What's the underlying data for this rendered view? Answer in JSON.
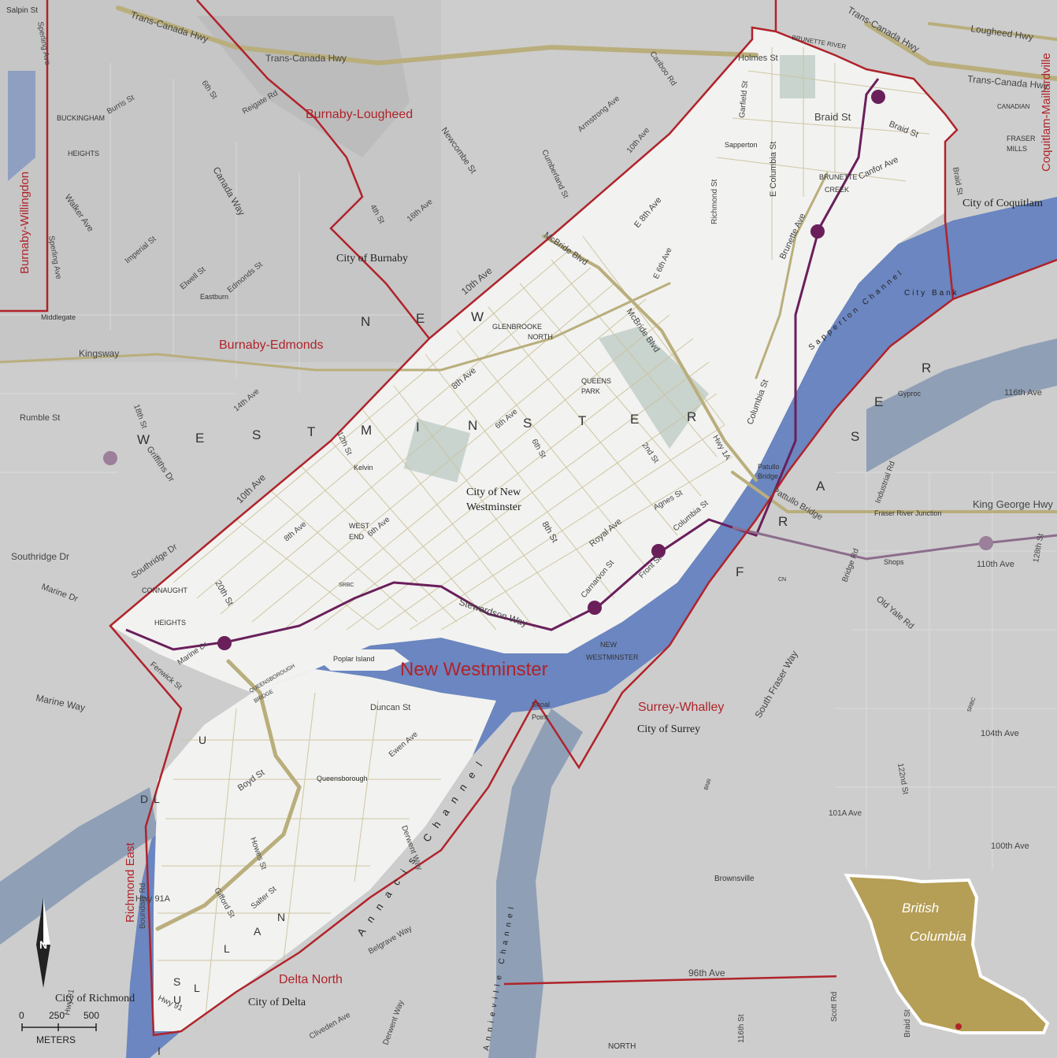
{
  "title": "New Westminster",
  "colors": {
    "background": "#cfcfcf",
    "district": "#f4f4f2",
    "water": "#6b86c0",
    "boundary": "#b0232a",
    "roads": "#b9ae7c",
    "transit": "#6a1f5b",
    "inset_land": "#b59e55"
  },
  "districts": [
    {
      "id": "burnaby-lougheed",
      "label": "Burnaby-Lougheed"
    },
    {
      "id": "burnaby-willingdon",
      "label": "Burnaby-Willingdon"
    },
    {
      "id": "burnaby-edmonds",
      "label": "Burnaby-Edmonds"
    },
    {
      "id": "coquitlam-maillardville",
      "label": "Coquitlam-Maillardville"
    },
    {
      "id": "surrey-whalley",
      "label": "Surrey-Whalley"
    },
    {
      "id": "richmond-east",
      "label": "Richmond East"
    },
    {
      "id": "delta-north",
      "label": "Delta North"
    }
  ],
  "municipalities": [
    {
      "id": "burnaby",
      "label": "City of Burnaby"
    },
    {
      "id": "coquitlam",
      "label": "City of Coquitlam"
    },
    {
      "id": "new-westminster-1",
      "label": "City of New"
    },
    {
      "id": "new-westminster-2",
      "label": "Westminster"
    },
    {
      "id": "surrey",
      "label": "City of Surrey"
    },
    {
      "id": "richmond",
      "label": "City of Richmond"
    },
    {
      "id": "delta",
      "label": "City of Delta"
    }
  ],
  "river_letters": {
    "new_westminster": [
      "N",
      "E",
      "W",
      "W",
      "E",
      "S",
      "T",
      "M",
      "I",
      "N",
      "S",
      "T",
      "E",
      "R"
    ],
    "fraser": [
      "F",
      "R",
      "A",
      "S",
      "E",
      "R"
    ],
    "lulu": [
      "L",
      "U",
      "L",
      "U"
    ],
    "island": [
      "I",
      "S",
      "L",
      "A",
      "N",
      "D"
    ]
  },
  "channel_labels": [
    "Sapperton Channel",
    "City Bank",
    "Annieville Channel",
    "Annacis Channel"
  ],
  "neighbourhoods": [
    {
      "id": "buckingham",
      "label": "BUCKINGHAM"
    },
    {
      "id": "heights",
      "label": "HEIGHTS"
    },
    {
      "id": "eastburn",
      "label": "Eastburn"
    },
    {
      "id": "middlegate",
      "label": "Middlegate"
    },
    {
      "id": "glenbrooke-1",
      "label": "GLENBROOKE"
    },
    {
      "id": "glenbrooke-2",
      "label": "NORTH"
    },
    {
      "id": "queens-1",
      "label": "QUEENS"
    },
    {
      "id": "queens-2",
      "label": "PARK"
    },
    {
      "id": "kelvin",
      "label": "Kelvin"
    },
    {
      "id": "westend-1",
      "label": "WEST"
    },
    {
      "id": "westend-2",
      "label": "END"
    },
    {
      "id": "connaught-1",
      "label": "CONNAUGHT"
    },
    {
      "id": "connaught-2",
      "label": "HEIGHTS"
    },
    {
      "id": "sapperton",
      "label": "Sapperton"
    },
    {
      "id": "brunette-1",
      "label": "BRUNETTE"
    },
    {
      "id": "brunette-2",
      "label": "CREEK"
    },
    {
      "id": "newwest-1",
      "label": "NEW"
    },
    {
      "id": "newwest-2",
      "label": "WESTMINSTER"
    },
    {
      "id": "queensborough",
      "label": "Queensborough"
    },
    {
      "id": "poplar",
      "label": "Poplar Island"
    },
    {
      "id": "shoal-1",
      "label": "Shoal"
    },
    {
      "id": "shoal-2",
      "label": "Point"
    },
    {
      "id": "patullo-1",
      "label": "Patullo"
    },
    {
      "id": "patullo-2",
      "label": "Bridge"
    },
    {
      "id": "gyproc",
      "label": "Gyproc"
    },
    {
      "id": "shops",
      "label": "Shops"
    },
    {
      "id": "fraser-river-junction",
      "label": "Fraser River Junction"
    },
    {
      "id": "brownsville",
      "label": "Brownsville"
    },
    {
      "id": "canadian",
      "label": "CANADIAN"
    },
    {
      "id": "fraser-mills-1",
      "label": "FRASER"
    },
    {
      "id": "fraser-mills-2",
      "label": "MILLS"
    },
    {
      "id": "brunette-river",
      "label": "BRUNETTE RIVER"
    },
    {
      "id": "srbc-1",
      "label": "SRBC"
    },
    {
      "id": "srbc-2",
      "label": "SRBC"
    },
    {
      "id": "cn",
      "label": "CN"
    },
    {
      "id": "bnr",
      "label": "BNR"
    },
    {
      "id": "north",
      "label": "NORTH"
    },
    {
      "id": "queensborough-bridge-1",
      "label": "QUEENSBOROUGH"
    },
    {
      "id": "queensborough-bridge-2",
      "label": "BRIDGE"
    },
    {
      "id": "salpin",
      "label": "Salpin St"
    }
  ],
  "streets": [
    {
      "id": "trans-canada-1",
      "label": "Trans-Canada Hwy"
    },
    {
      "id": "trans-canada-2",
      "label": "Trans-Canada Hwy"
    },
    {
      "id": "trans-canada-3",
      "label": "Trans-Canada Hwy"
    },
    {
      "id": "trans-canada-4",
      "label": "Trans-Canada Hwy"
    },
    {
      "id": "lougheed",
      "label": "Lougheed Hwy"
    },
    {
      "id": "sperling-1",
      "label": "Sperling Ave"
    },
    {
      "id": "sperling-2",
      "label": "Sperling Ave"
    },
    {
      "id": "burris",
      "label": "Burris St"
    },
    {
      "id": "6th-st-n",
      "label": "6th St"
    },
    {
      "id": "reigate",
      "label": "Reigate Rd"
    },
    {
      "id": "cariboo",
      "label": "Cariboo Rd"
    },
    {
      "id": "armstrong",
      "label": "Armstrong Ave"
    },
    {
      "id": "10th-ave-n",
      "label": "10th Ave"
    },
    {
      "id": "holmes",
      "label": "Holmes St"
    },
    {
      "id": "garfield",
      "label": "Garfield St"
    },
    {
      "id": "braid",
      "label": "Braid St"
    },
    {
      "id": "braid-2",
      "label": "Braid St"
    },
    {
      "id": "braid-3",
      "label": "Braid St"
    },
    {
      "id": "e-columbia",
      "label": "E Columbia St"
    },
    {
      "id": "newcombe",
      "label": "Newcombe St"
    },
    {
      "id": "cumberland",
      "label": "Cumberland St"
    },
    {
      "id": "canada-way",
      "label": "Canada Way"
    },
    {
      "id": "walker",
      "label": "Walker Ave"
    },
    {
      "id": "4th-st",
      "label": "4th St"
    },
    {
      "id": "16th-ave",
      "label": "16th Ave"
    },
    {
      "id": "e-8th",
      "label": "E 8th Ave"
    },
    {
      "id": "richmond-st",
      "label": "Richmond St"
    },
    {
      "id": "canfor",
      "label": "Canfor Ave"
    },
    {
      "id": "imperial",
      "label": "Imperial St"
    },
    {
      "id": "elwell",
      "label": "Elwell St"
    },
    {
      "id": "edmonds",
      "label": "Edmonds St"
    },
    {
      "id": "mcbride-1",
      "label": "McBride Blvd"
    },
    {
      "id": "mcbride-2",
      "label": "McBride Blvd"
    },
    {
      "id": "e-6th",
      "label": "E 6th Ave"
    },
    {
      "id": "brunette-ave",
      "label": "Brunette Ave"
    },
    {
      "id": "10th-ave-mid",
      "label": "10th Ave"
    },
    {
      "id": "kingsway",
      "label": "Kingsway"
    },
    {
      "id": "8th-ave-mid",
      "label": "8th Ave"
    },
    {
      "id": "columbia-st",
      "label": "Columbia St"
    },
    {
      "id": "116th",
      "label": "116th Ave"
    },
    {
      "id": "rumble",
      "label": "Rumble St"
    },
    {
      "id": "14th-ave",
      "label": "14th Ave"
    },
    {
      "id": "18th-st",
      "label": "18th St"
    },
    {
      "id": "12th-st",
      "label": "12th St"
    },
    {
      "id": "6th-ave-mid",
      "label": "6th Ave"
    },
    {
      "id": "6th-st-mid",
      "label": "6th St"
    },
    {
      "id": "2nd-st",
      "label": "2nd St"
    },
    {
      "id": "hwy-1a",
      "label": "Hwy 1A"
    },
    {
      "id": "griffiths",
      "label": "Griffiths Dr"
    },
    {
      "id": "industrial",
      "label": "Industrial Rd"
    },
    {
      "id": "10th-ave-w",
      "label": "10th Ave"
    },
    {
      "id": "agnes",
      "label": "Agnes St"
    },
    {
      "id": "columbia-st-2",
      "label": "Columbia St"
    },
    {
      "id": "pattullo-bridge",
      "label": "Pattullo Bridge"
    },
    {
      "id": "king-george",
      "label": "King George Hwy"
    },
    {
      "id": "8th-ave-w",
      "label": "8th Ave"
    },
    {
      "id": "6th-ave-w",
      "label": "6th Ave"
    },
    {
      "id": "8th-st",
      "label": "8th St"
    },
    {
      "id": "royal",
      "label": "Royal Ave"
    },
    {
      "id": "southridge-1",
      "label": "Southridge Dr"
    },
    {
      "id": "southridge-2",
      "label": "Southridge Dr"
    },
    {
      "id": "marine-dr-1",
      "label": "Marine Dr"
    },
    {
      "id": "20th-st",
      "label": "20th St"
    },
    {
      "id": "carnarvon",
      "label": "Carnarvon St"
    },
    {
      "id": "front",
      "label": "Front St"
    },
    {
      "id": "bridge-rd",
      "label": "Bridge Rd"
    },
    {
      "id": "110th",
      "label": "110th Ave"
    },
    {
      "id": "128th",
      "label": "128th St"
    },
    {
      "id": "stewardson",
      "label": "Stewardson Way"
    },
    {
      "id": "old-yale",
      "label": "Old Yale Rd"
    },
    {
      "id": "marine-dr-2",
      "label": "Marine Dr"
    },
    {
      "id": "fenwick",
      "label": "Fenwick St"
    },
    {
      "id": "marine-way",
      "label": "Marine Way"
    },
    {
      "id": "south-fraser",
      "label": "South Fraser Way"
    },
    {
      "id": "duncan",
      "label": "Duncan St"
    },
    {
      "id": "ewen",
      "label": "Ewen Ave"
    },
    {
      "id": "104th",
      "label": "104th Ave"
    },
    {
      "id": "boyd",
      "label": "Boyd St"
    },
    {
      "id": "122nd",
      "label": "122nd St"
    },
    {
      "id": "101a",
      "label": "101A Ave"
    },
    {
      "id": "howes",
      "label": "Howes St"
    },
    {
      "id": "derwent-1",
      "label": "Derwent Way"
    },
    {
      "id": "100th",
      "label": "100th Ave"
    },
    {
      "id": "hwy-91a",
      "label": "Hwy 91A"
    },
    {
      "id": "salter",
      "label": "Salter St"
    },
    {
      "id": "gifford",
      "label": "Gifford St"
    },
    {
      "id": "boundary",
      "label": "Boundary Rd"
    },
    {
      "id": "belgrave",
      "label": "Belgrave Way"
    },
    {
      "id": "96th",
      "label": "96th Ave"
    },
    {
      "id": "hwy-91",
      "label": "Hwy 91"
    },
    {
      "id": "scott",
      "label": "Scott Rd"
    },
    {
      "id": "cliveden",
      "label": "Cliveden Ave"
    },
    {
      "id": "derwent-2",
      "label": "Derwent Way"
    },
    {
      "id": "116th-st",
      "label": "116th St"
    },
    {
      "id": "hwy-91-2",
      "label": "Hwy 91"
    },
    {
      "id": "braid-st-s",
      "label": "Braid St"
    }
  ],
  "inset": {
    "line1": "British",
    "line2": "Columbia"
  },
  "scale": {
    "zero": "0",
    "mid": "250",
    "max": "500",
    "unit": "METERS"
  },
  "north_arrow": {
    "letter": "N"
  }
}
